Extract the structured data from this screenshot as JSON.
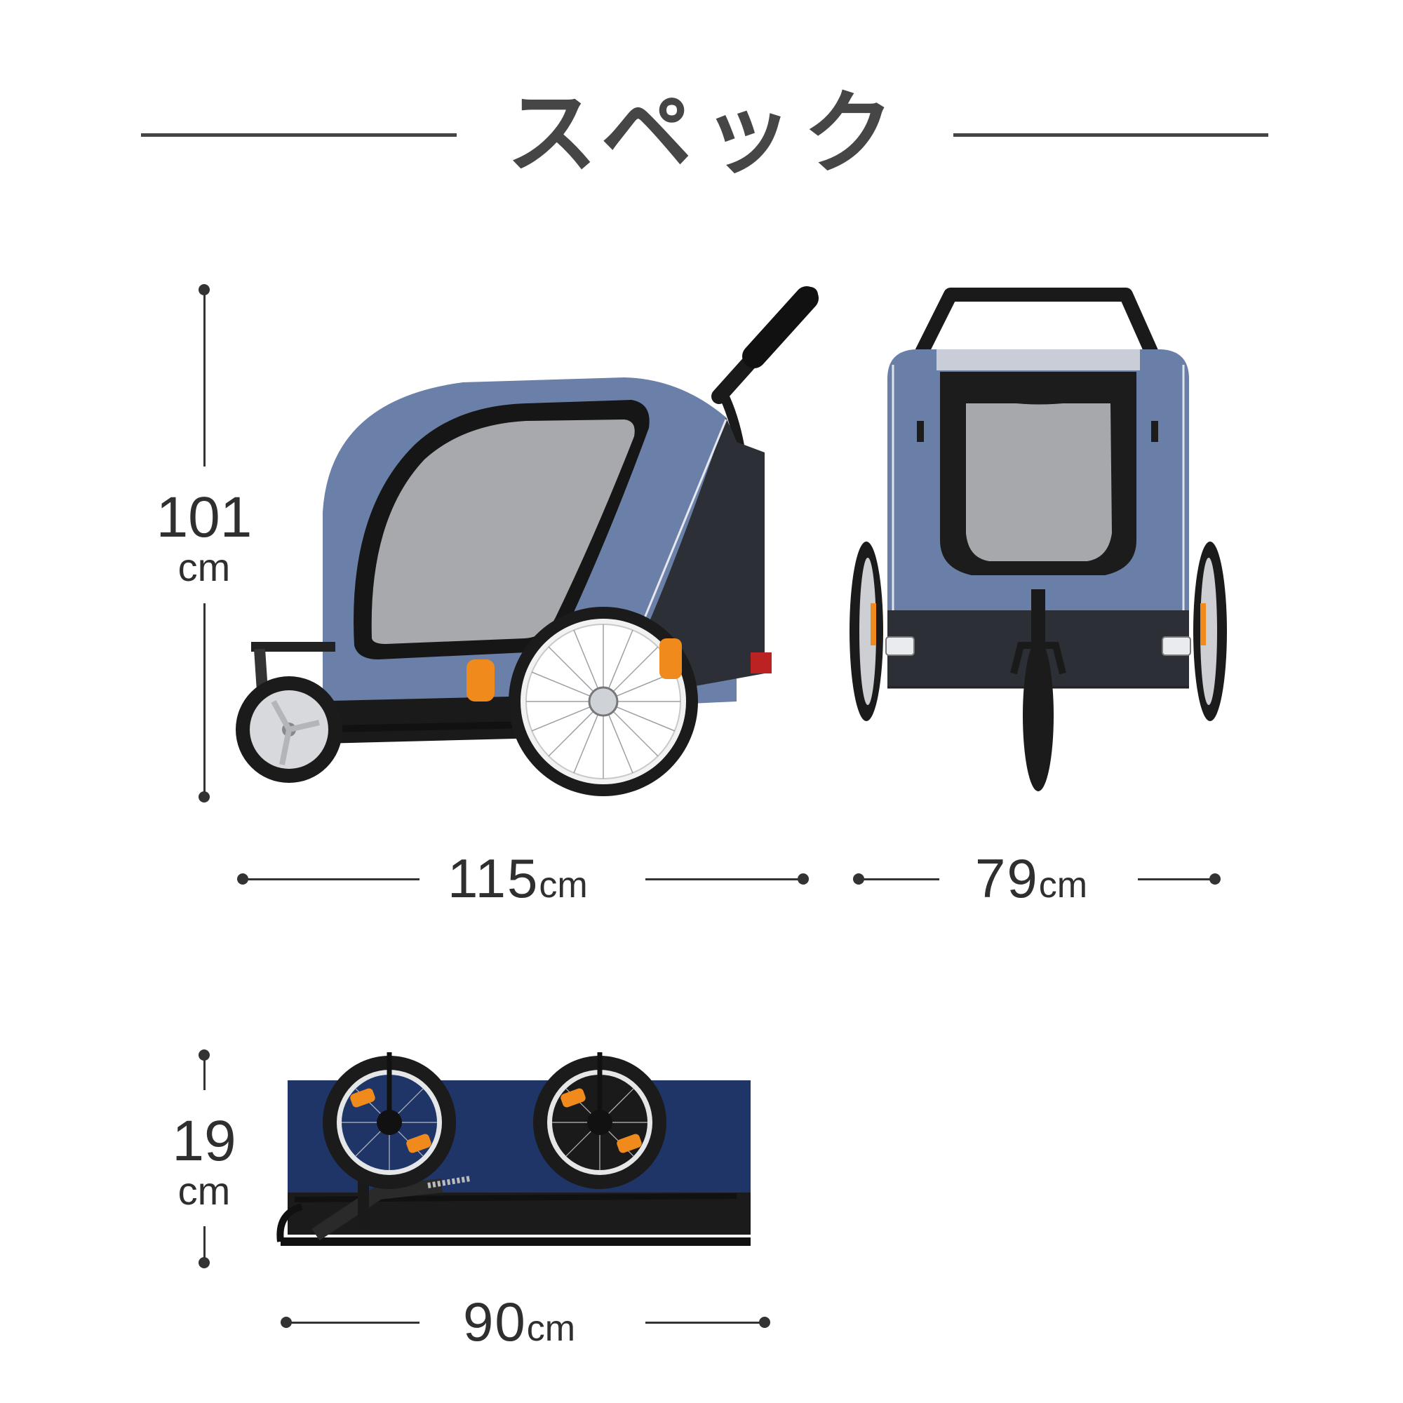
{
  "header": {
    "title": "スペック"
  },
  "colors": {
    "text": "#2f2f2f",
    "title": "#464646",
    "fabric_blue": "#6a7fa8",
    "fabric_dark": "#2c2f36",
    "folded_blue": "#1f3568",
    "mesh": "#a9abae",
    "frame": "#1a1a1a",
    "reflector_orange": "#f08a1c"
  },
  "dimensions": {
    "height": {
      "value": "101",
      "unit": "cm"
    },
    "length": {
      "value": "115",
      "unit": "cm"
    },
    "width": {
      "value": "79",
      "unit": "cm"
    },
    "folded_height": {
      "value": "19",
      "unit": "cm"
    },
    "folded_length": {
      "value": "90",
      "unit": "cm"
    }
  },
  "images": {
    "side_view": "pet-trailer-side-view",
    "front_view": "pet-trailer-front-view",
    "folded_view": "pet-trailer-folded-view"
  }
}
